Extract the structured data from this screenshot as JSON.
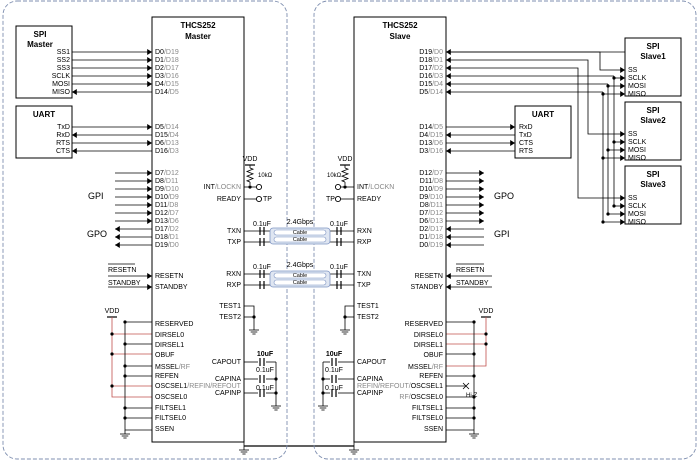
{
  "left_chip": {
    "name": "THCS252",
    "role": "Master",
    "spi_pins": [
      {
        "main": "D0",
        "alt": "/D19"
      },
      {
        "main": "D1",
        "alt": "/D18"
      },
      {
        "main": "D2",
        "alt": "/D17"
      },
      {
        "main": "D3",
        "alt": "/D16"
      },
      {
        "main": "D4",
        "alt": "/D15"
      },
      {
        "main": "D14",
        "alt": "/D5"
      }
    ],
    "uart_pins": [
      {
        "main": "D5",
        "alt": "/D14"
      },
      {
        "main": "D15",
        "alt": "/D4"
      },
      {
        "main": "D6",
        "alt": "/D13"
      },
      {
        "main": "D16",
        "alt": "/D3"
      }
    ],
    "gpio_pins": [
      {
        "main": "D7",
        "alt": "/D12"
      },
      {
        "main": "D8",
        "alt": "/D11"
      },
      {
        "main": "D9",
        "alt": "/D10"
      },
      {
        "main": "D10",
        "alt": "/D9"
      },
      {
        "main": "D11",
        "alt": "/D8"
      },
      {
        "main": "D12",
        "alt": "/D7"
      },
      {
        "main": "D13",
        "alt": "/D6"
      },
      {
        "main": "D17",
        "alt": "/D2"
      },
      {
        "main": "D18",
        "alt": "/D1"
      },
      {
        "main": "D19",
        "alt": "/D0"
      }
    ],
    "int_main": "INT",
    "int_alt": "/LOCKN",
    "ready": "READY",
    "txn": "TXN",
    "txp": "TXP",
    "rxn": "RXN",
    "rxp": "RXP",
    "resetn": "RESETN",
    "standby": "STANDBY",
    "test1": "TEST1",
    "test2": "TEST2",
    "config_pins": [
      "RESERVED",
      "DIRSEL0",
      "DIRSEL1",
      "OBUF"
    ],
    "mssel_main": "MSSEL",
    "mssel_alt": "/RF",
    "refen": "REFEN",
    "oscsel1_main": "OSCSEL1",
    "oscsel1_alt": "/REFIN/REFOUT",
    "oscsel0": "OSCSEL0",
    "filt_pins": [
      "FILTSEL1",
      "FILTSEL0",
      "SSEN"
    ],
    "capout": "CAPOUT",
    "capina": "CAPINA",
    "capinp": "CAPINP"
  },
  "right_chip": {
    "name": "THCS252",
    "role": "Slave",
    "spi_pins": [
      {
        "main": "D19",
        "alt": "/D0"
      },
      {
        "main": "D18",
        "alt": "/D1"
      },
      {
        "main": "D17",
        "alt": "/D2"
      },
      {
        "main": "D16",
        "alt": "/D3"
      },
      {
        "main": "D15",
        "alt": "/D4"
      },
      {
        "main": "D5",
        "alt": "/D14"
      }
    ],
    "uart_pins": [
      {
        "main": "D14",
        "alt": "/D5"
      },
      {
        "main": "D4",
        "alt": "/D15"
      },
      {
        "main": "D13",
        "alt": "/D6"
      },
      {
        "main": "D3",
        "alt": "/D16"
      }
    ],
    "gpio_pins": [
      {
        "main": "D12",
        "alt": "/D7"
      },
      {
        "main": "D11",
        "alt": "/D8"
      },
      {
        "main": "D10",
        "alt": "/D9"
      },
      {
        "main": "D9",
        "alt": "/D10"
      },
      {
        "main": "D8",
        "alt": "/D11"
      },
      {
        "main": "D7",
        "alt": "/D12"
      },
      {
        "main": "D6",
        "alt": "/D13"
      },
      {
        "main": "D2",
        "alt": "/D17"
      },
      {
        "main": "D1",
        "alt": "/D18"
      },
      {
        "main": "D0",
        "alt": "/D19"
      }
    ],
    "int_main": "INT",
    "int_alt": "/LOCKN",
    "ready": "READY",
    "rxn": "RXN",
    "rxp": "RXP",
    "txn": "TXN",
    "txp": "TXP",
    "resetn": "RESETN",
    "standby": "STANDBY",
    "test1": "TEST1",
    "test2": "TEST2",
    "config_pins": [
      "RESERVED",
      "DIRSEL0",
      "DIRSEL1",
      "OBUF"
    ],
    "mssel_main": "MSSEL",
    "mssel_alt": "/RF",
    "refen": "REFEN",
    "oscsel1_prefix": "REFIN/REFOUT/",
    "oscsel1_main": "OSCSEL1",
    "oscsel0_prefix": "RF/",
    "oscsel0": "OSCSEL0",
    "filt_pins": [
      "FILTSEL1",
      "FILTSEL0",
      "SSEN"
    ],
    "capout": "CAPOUT",
    "capina": "CAPINA",
    "capinp": "CAPINP"
  },
  "spi_master": {
    "title": "SPI\nMaster",
    "signals": [
      "SS1",
      "SS2",
      "SS3",
      "SCLK",
      "MOSI",
      "MISO"
    ]
  },
  "uart_left": {
    "title": "UART",
    "signals": [
      "TxD",
      "RxD",
      "RTS",
      "CTS"
    ]
  },
  "uart_right": {
    "title": "UART",
    "signals": [
      "RxD",
      "TxD",
      "CTS",
      "RTS"
    ]
  },
  "spi_slaves": [
    {
      "title": "SPI\nSlave1",
      "signals": [
        "SS",
        "SCLK",
        "MOSI",
        "MISO"
      ]
    },
    {
      "title": "SPI\nSlave2",
      "signals": [
        "SS",
        "SCLK",
        "MOSI",
        "MISO"
      ]
    },
    {
      "title": "SPI\nSlave3",
      "signals": [
        "SS",
        "SCLK",
        "MOSI",
        "MISO"
      ]
    }
  ],
  "labels": {
    "gpi_left": "GPI",
    "gpo_left": "GPO",
    "gpo_right": "GPO",
    "gpi_right": "GPI",
    "vdd": "VDD",
    "resistor": "10kΩ",
    "tp": "TP",
    "cap_01": "0.1uF",
    "cap_10": "10uF",
    "cable": "Cable",
    "speed": "2.4Gbps",
    "resetn_ext": "RESETN",
    "standby_ext": "STANDBY",
    "hiz": "Hi-Z"
  },
  "colors": {
    "wire": "#000000",
    "config_wire": "#c0504d",
    "alt_text": "#888888",
    "panel_border": "#7f8fb0",
    "cable_fill": "#dfe6f2",
    "cable_border": "#7f95c2"
  }
}
